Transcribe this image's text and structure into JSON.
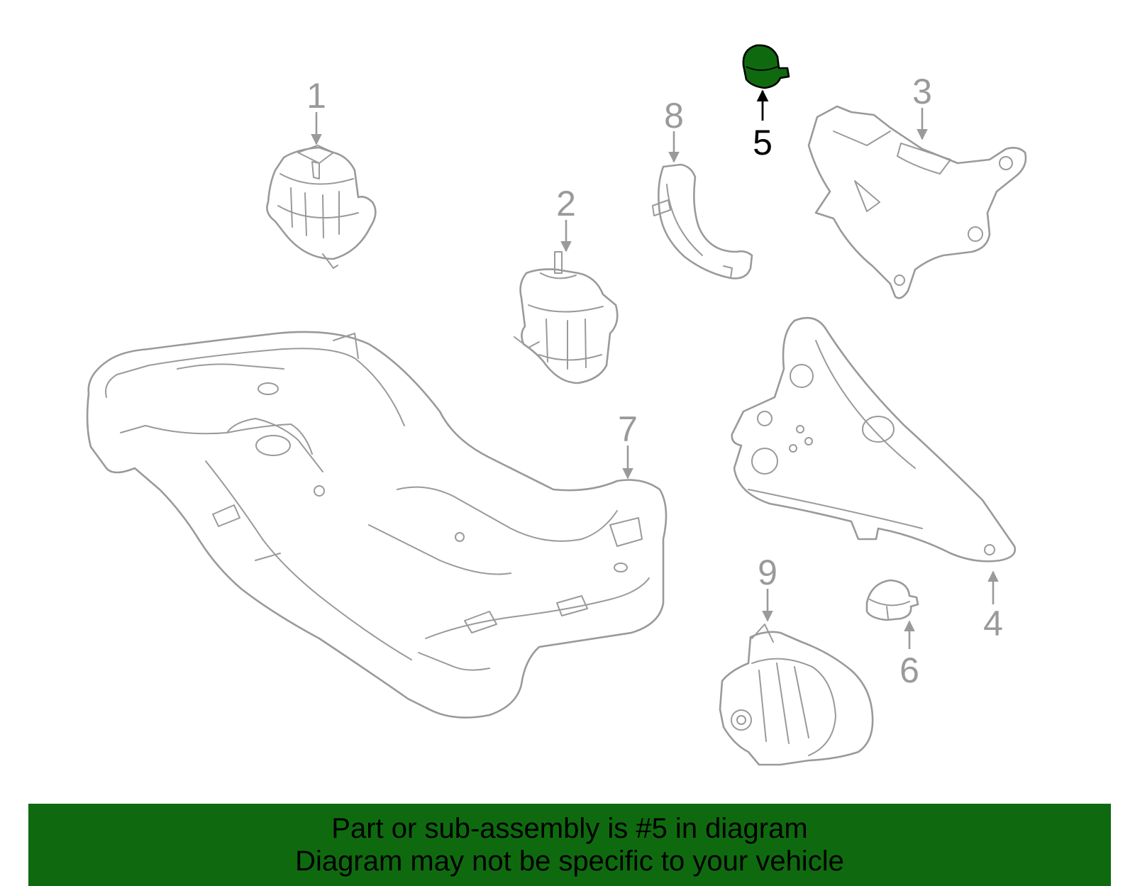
{
  "diagram": {
    "highlight_part": "5",
    "colors": {
      "line": "#9a9a9a",
      "highlight_fill": "#0f6a0f",
      "banner_bg": "#0f6a0f",
      "banner_text": "#000000"
    },
    "callouts": {
      "c1": "1",
      "c2": "2",
      "c3": "3",
      "c4": "4",
      "c5": "5",
      "c6": "6",
      "c7": "7",
      "c8": "8",
      "c9": "9"
    }
  },
  "banner": {
    "line1": "Part or sub-assembly is #5 in diagram",
    "line2": "Diagram may not be specific to your vehicle"
  }
}
